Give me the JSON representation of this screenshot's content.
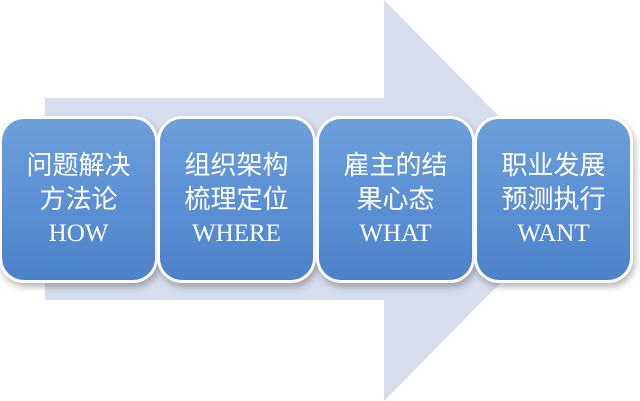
{
  "arrow_color": "#d6ddec",
  "box_color": "#5b8fd3",
  "steps": [
    {
      "line1": "问题解决",
      "line2": "方法论",
      "line3": "HOW"
    },
    {
      "line1": "组织架构",
      "line2": "梳理定位",
      "line3": "WHERE"
    },
    {
      "line1": "雇主的结",
      "line2": "果心态",
      "line3": "WHAT"
    },
    {
      "line1": "职业发展",
      "line2": "预测执行",
      "line3": "WANT"
    }
  ]
}
